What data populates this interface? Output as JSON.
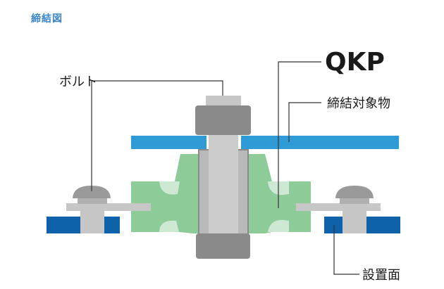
{
  "title": "締結図",
  "labels": {
    "bolt": "ボルト",
    "product": "QKP",
    "fastened_object": "締結対象物",
    "mounting_surface": "設置面"
  },
  "colors": {
    "title": "#3a86c8",
    "fastened_object_blue": "#2f9bd6",
    "mounting_surface_blue": "#0d62aa",
    "qkp_green": "#8dcb98",
    "qkp_light_green": "#cde8d3",
    "bolt_gray": "#b9b9b9",
    "bolt_head_gray": "#8a8a8a",
    "leader_line": "#333333"
  }
}
